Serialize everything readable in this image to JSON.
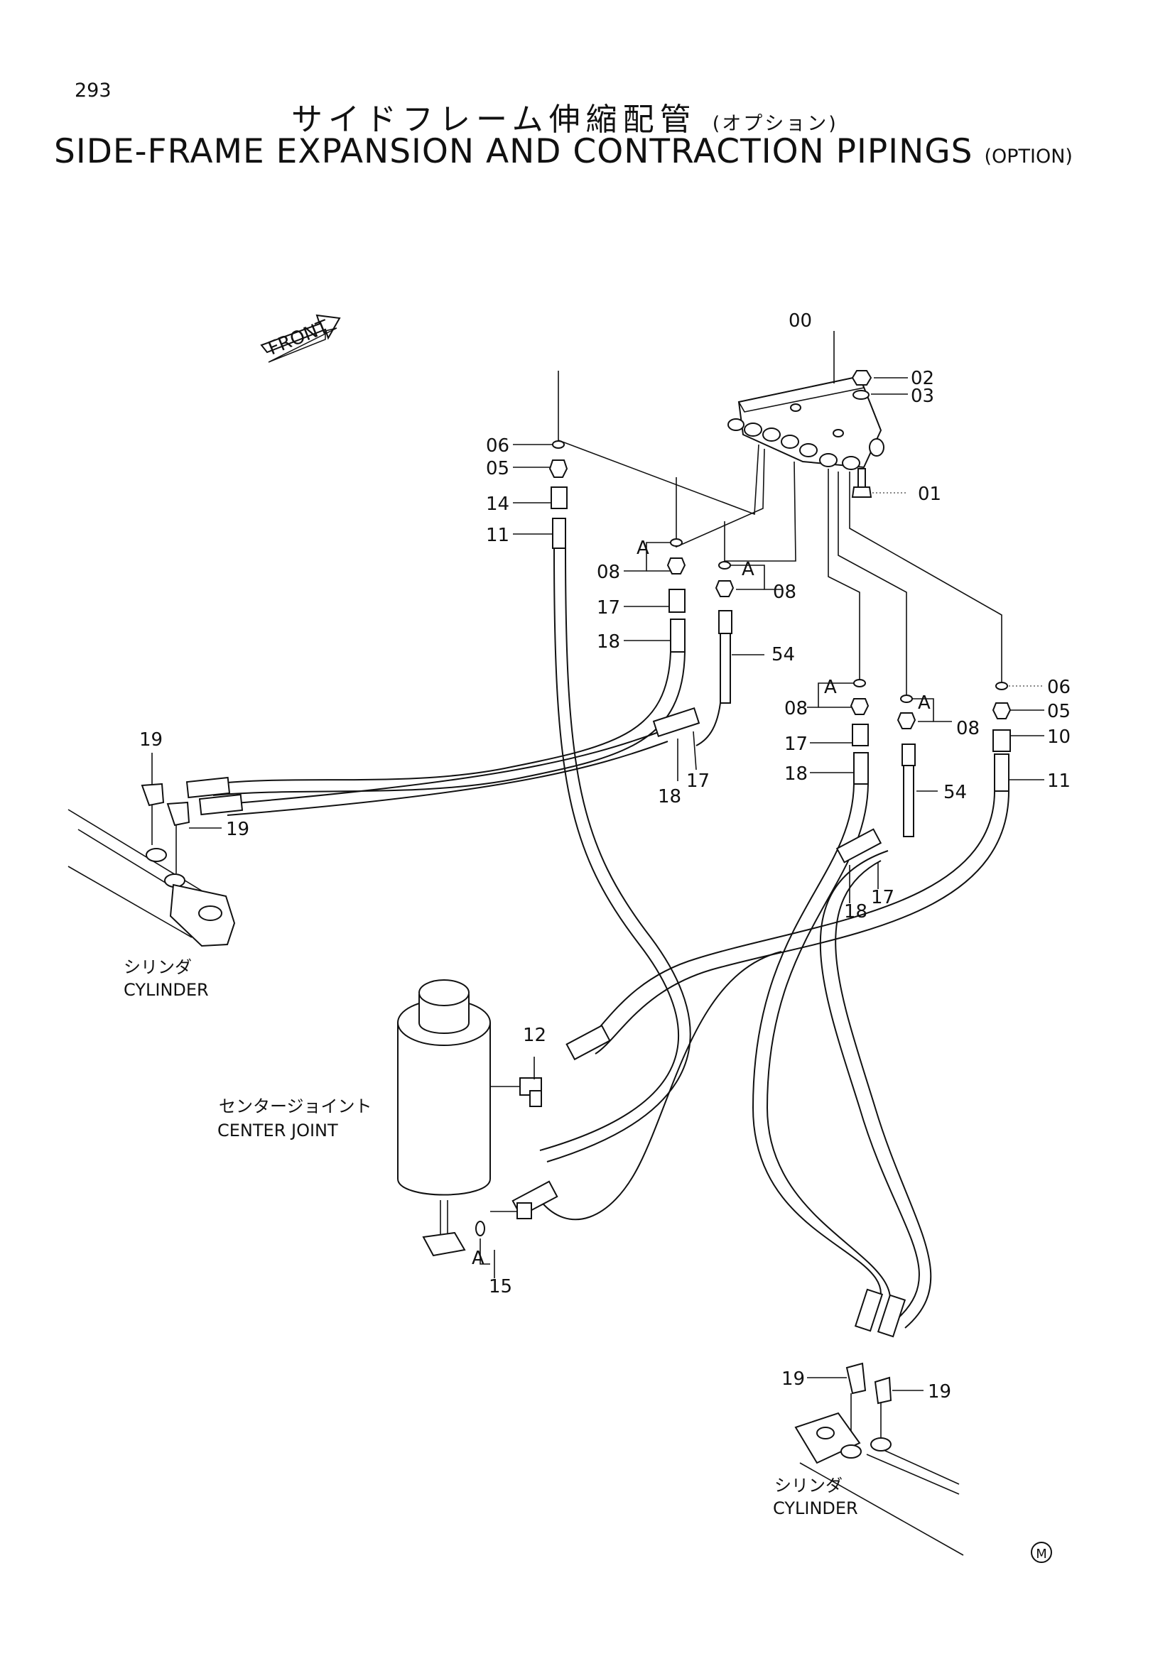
{
  "header": {
    "page_number": "293",
    "title_jp": "サイドフレーム伸縮配管",
    "title_jp_suffix": "(オプション)",
    "title_en": "SIDE-FRAME EXPANSION AND CONTRACTION PIPINGS",
    "title_en_suffix": "(OPTION)"
  },
  "diagram": {
    "front_label": "FRONT",
    "detail_marker": "A",
    "part_numbers": [
      "00",
      "01",
      "02",
      "03",
      "05",
      "06",
      "08",
      "10",
      "11",
      "12",
      "14",
      "15",
      "17",
      "18",
      "19",
      "54"
    ],
    "labels": {
      "p00": "00",
      "p01": "01",
      "p02": "02",
      "p03": "03",
      "p05": "05",
      "p06": "06",
      "p08": "08",
      "p10": "10",
      "p11": "11",
      "p12": "12",
      "p14": "14",
      "p15": "15",
      "p17": "17",
      "p18": "18",
      "p19": "19",
      "p54": "54"
    },
    "components": {
      "cylinder_left_jp": "シリンダ",
      "cylinder_left_en": "CYLINDER",
      "center_joint_jp": "センタージョイント",
      "center_joint_en": "CENTER JOINT",
      "cylinder_right_jp": "シリンダ",
      "cylinder_right_en": "CYLINDER"
    },
    "mark": "M"
  }
}
